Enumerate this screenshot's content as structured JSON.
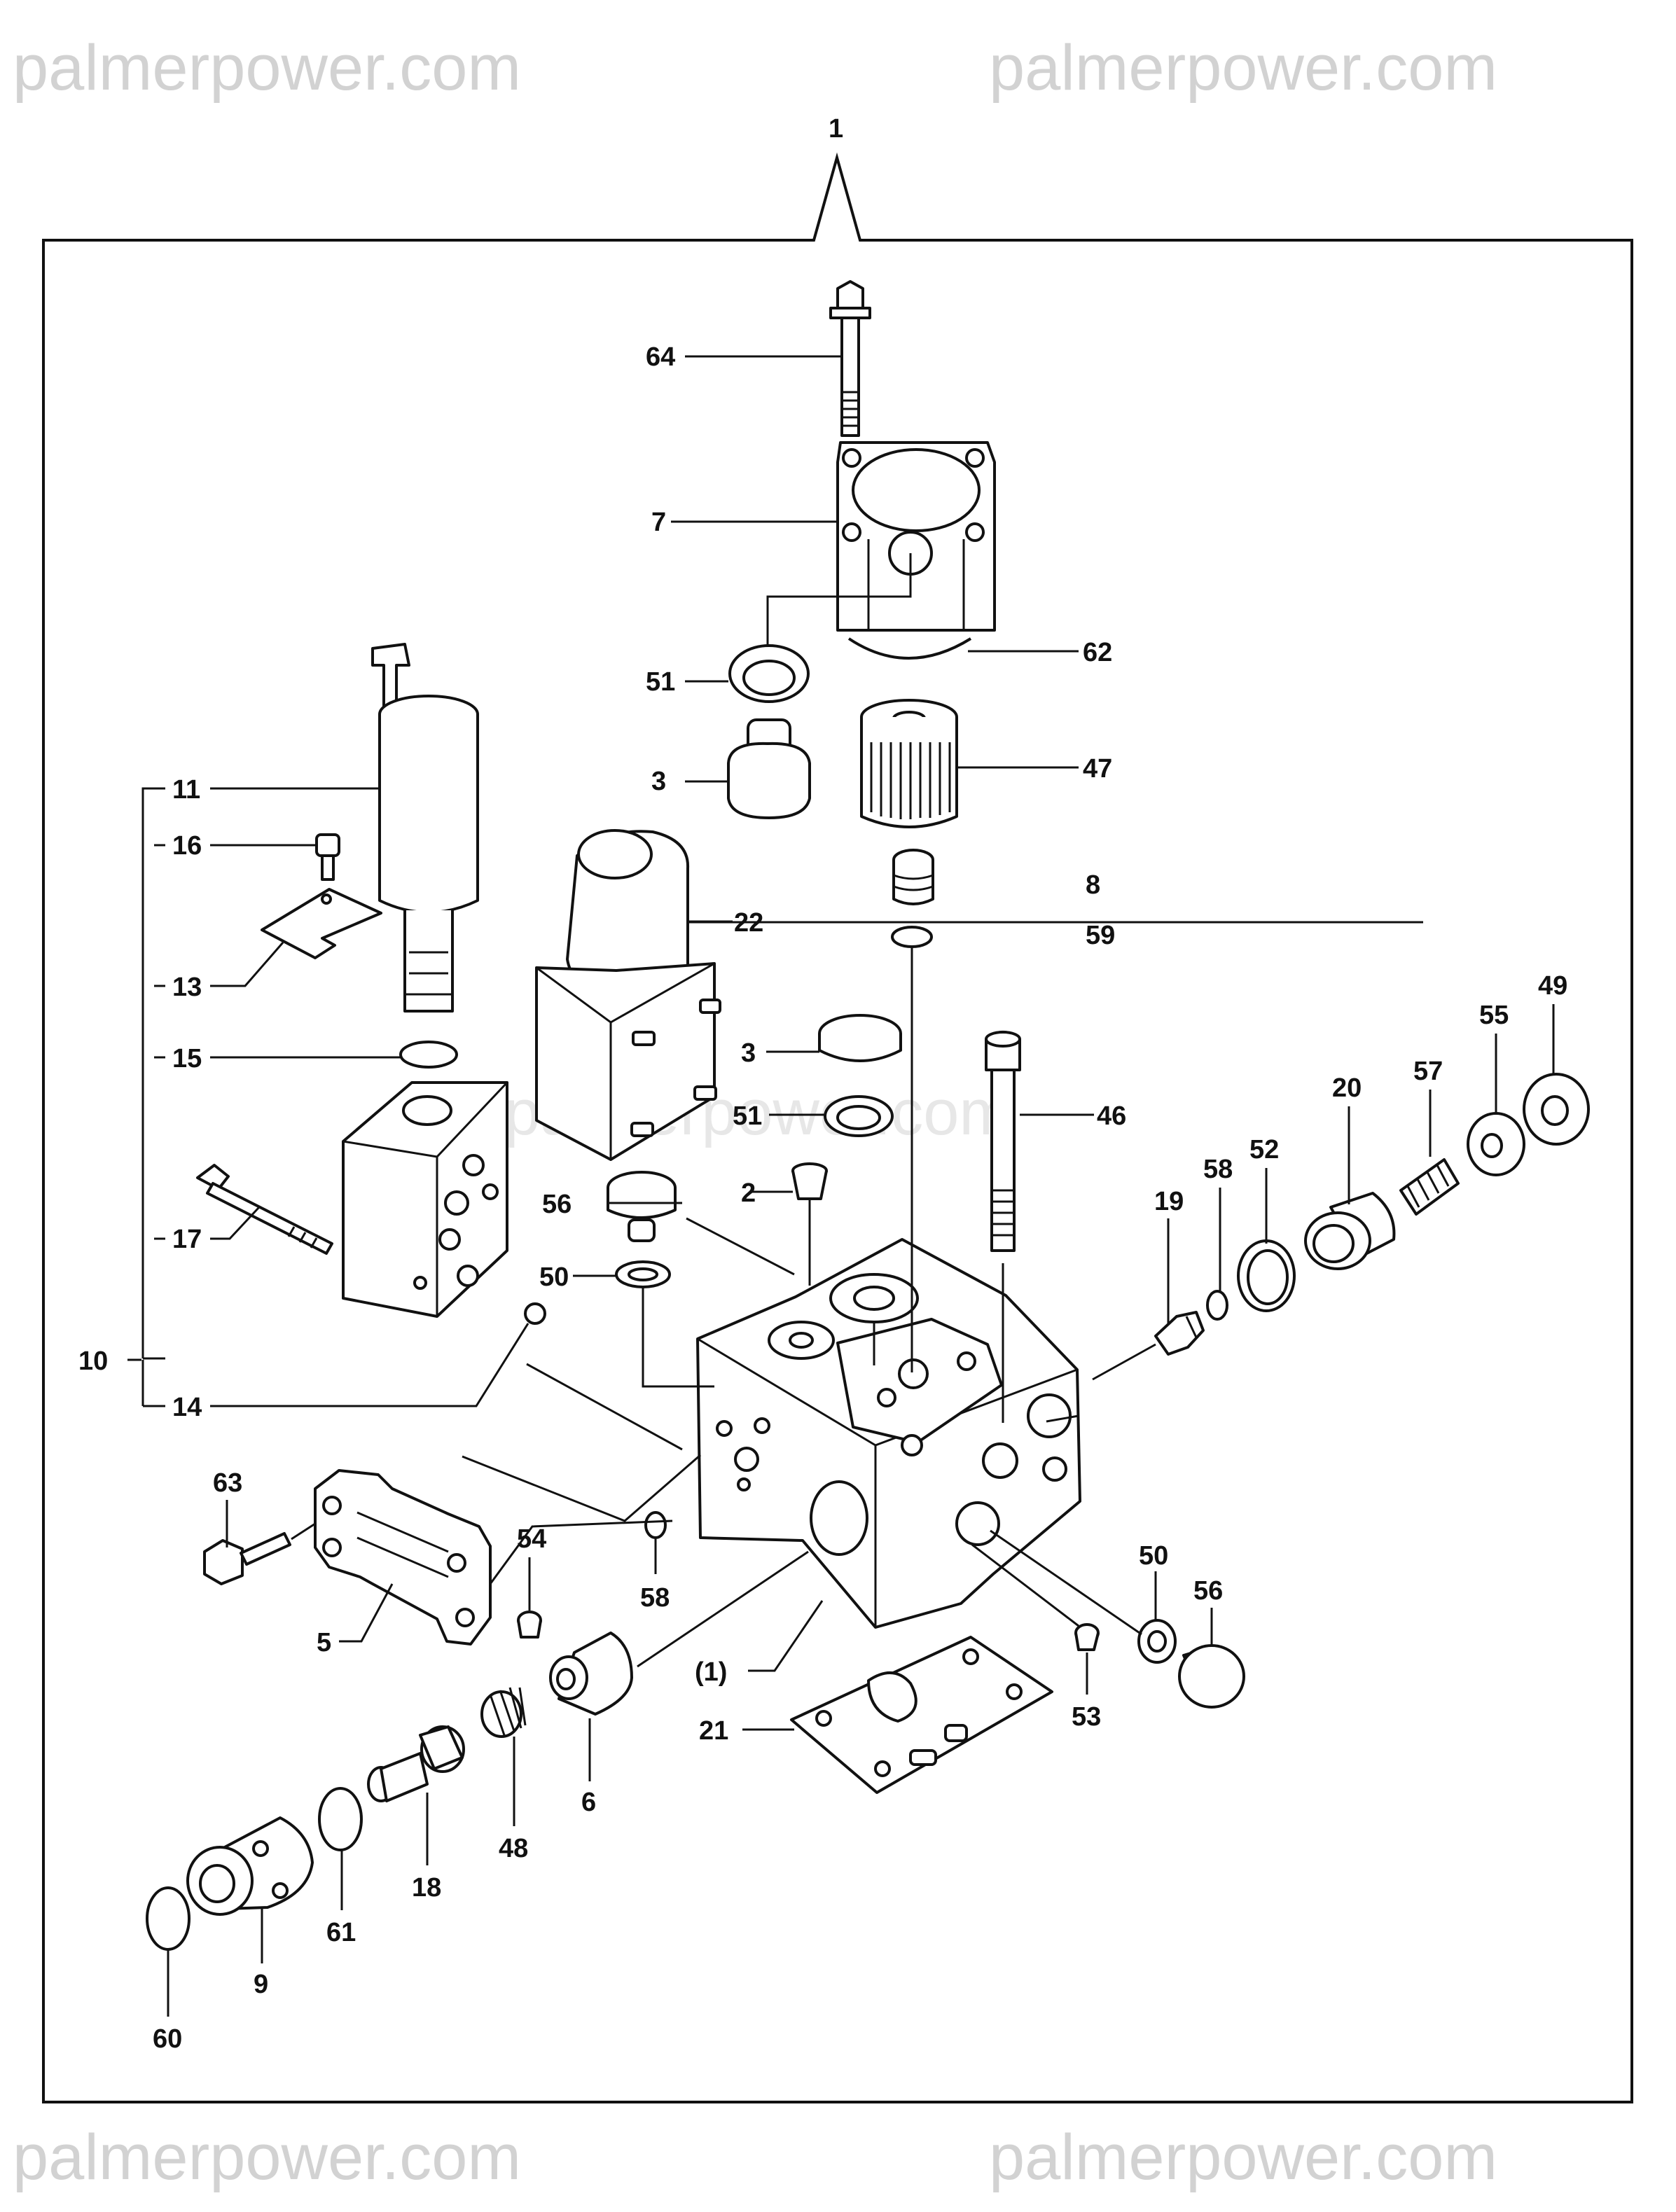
{
  "watermarks": {
    "top_left": "palmerpower.com",
    "top_right": "palmerpower.com",
    "center": "palmerpower.com",
    "bottom_left": "palmerpower.com",
    "bottom_right": "palmerpower.com"
  },
  "assembly_number": "1",
  "callouts": {
    "c64": "64",
    "c7": "7",
    "c62": "62",
    "c51a": "51",
    "c3a": "3",
    "c47": "47",
    "c11": "11",
    "c16": "16",
    "c13": "13",
    "c15": "15",
    "c10": "10",
    "c17": "17",
    "c14": "14",
    "c22": "22",
    "c8": "8",
    "c59": "59",
    "c3b": "3",
    "c51b": "51",
    "c46": "46",
    "c56a": "56",
    "c2": "2",
    "c50a": "50",
    "c49": "49",
    "c55": "55",
    "c57": "57",
    "c20": "20",
    "c52": "52",
    "c58a": "58",
    "c19": "19",
    "c63": "63",
    "c54": "54",
    "c5": "5",
    "c58b": "58",
    "c1p": "(1)",
    "c21": "21",
    "c50b": "50",
    "c56b": "56",
    "c53": "53",
    "c6": "6",
    "c48": "48",
    "c18": "18",
    "c61": "61",
    "c9": "9",
    "c60": "60"
  }
}
